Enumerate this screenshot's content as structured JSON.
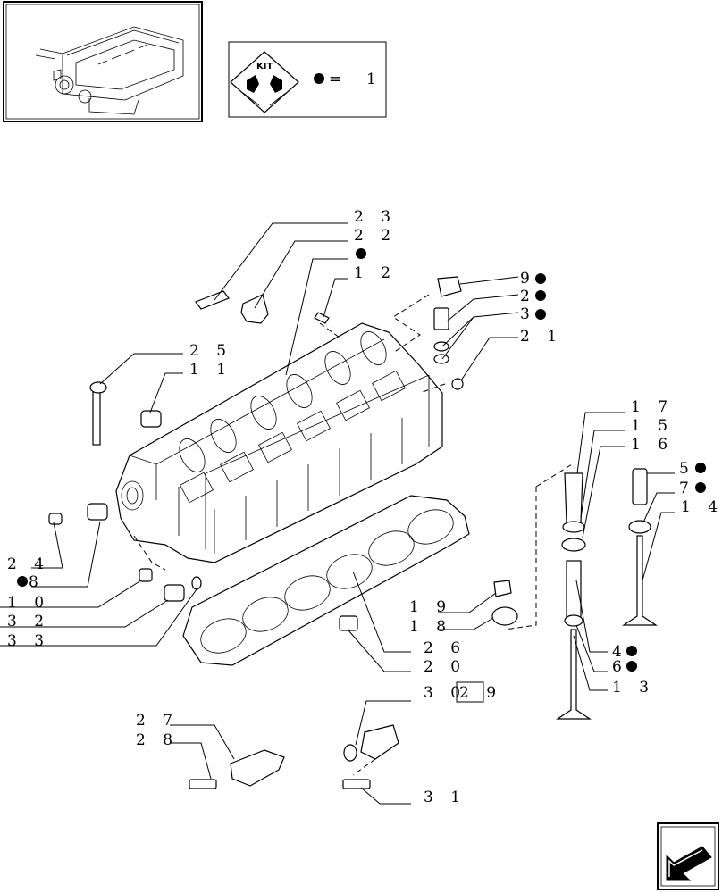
{
  "kit_legend": {
    "kit_text": "KIT",
    "equals": "=",
    "value": "1"
  },
  "callouts": [
    {
      "id": "c23",
      "text": "2 3"
    },
    {
      "id": "c22",
      "text": "2 2"
    },
    {
      "id": "c12",
      "text": "1 2"
    },
    {
      "id": "c9",
      "text": "9"
    },
    {
      "id": "c2",
      "text": "2"
    },
    {
      "id": "c3",
      "text": "3"
    },
    {
      "id": "c21",
      "text": "2 1"
    },
    {
      "id": "c25",
      "text": "2 5"
    },
    {
      "id": "c11",
      "text": "1 1"
    },
    {
      "id": "c17",
      "text": "1 7"
    },
    {
      "id": "c15",
      "text": "1 5"
    },
    {
      "id": "c16",
      "text": "1 6"
    },
    {
      "id": "c5",
      "text": "5"
    },
    {
      "id": "c7",
      "text": "7"
    },
    {
      "id": "c14",
      "text": "1 4"
    },
    {
      "id": "c24",
      "text": "2 4"
    },
    {
      "id": "c8",
      "text": "8"
    },
    {
      "id": "c10",
      "text": "1 0"
    },
    {
      "id": "c32",
      "text": "3 2"
    },
    {
      "id": "c33",
      "text": "3 3"
    },
    {
      "id": "c19",
      "text": "1 9"
    },
    {
      "id": "c18",
      "text": "1 8"
    },
    {
      "id": "c26",
      "text": "2 6"
    },
    {
      "id": "c20",
      "text": "2 0"
    },
    {
      "id": "c4",
      "text": "4"
    },
    {
      "id": "c6",
      "text": "6"
    },
    {
      "id": "c13",
      "text": "1 3"
    },
    {
      "id": "c30",
      "text": "3 0"
    },
    {
      "id": "c29",
      "text": "2 9"
    },
    {
      "id": "c27",
      "text": "2 7"
    },
    {
      "id": "c28",
      "text": "2 8"
    },
    {
      "id": "c31",
      "text": "3 1"
    }
  ],
  "icons": {
    "engine_thumbnail": "engine-icon",
    "kit_box": "kit-icon",
    "kit_marker": "kit-dot-icon",
    "nav_arrow": "next-page-arrow-icon"
  }
}
